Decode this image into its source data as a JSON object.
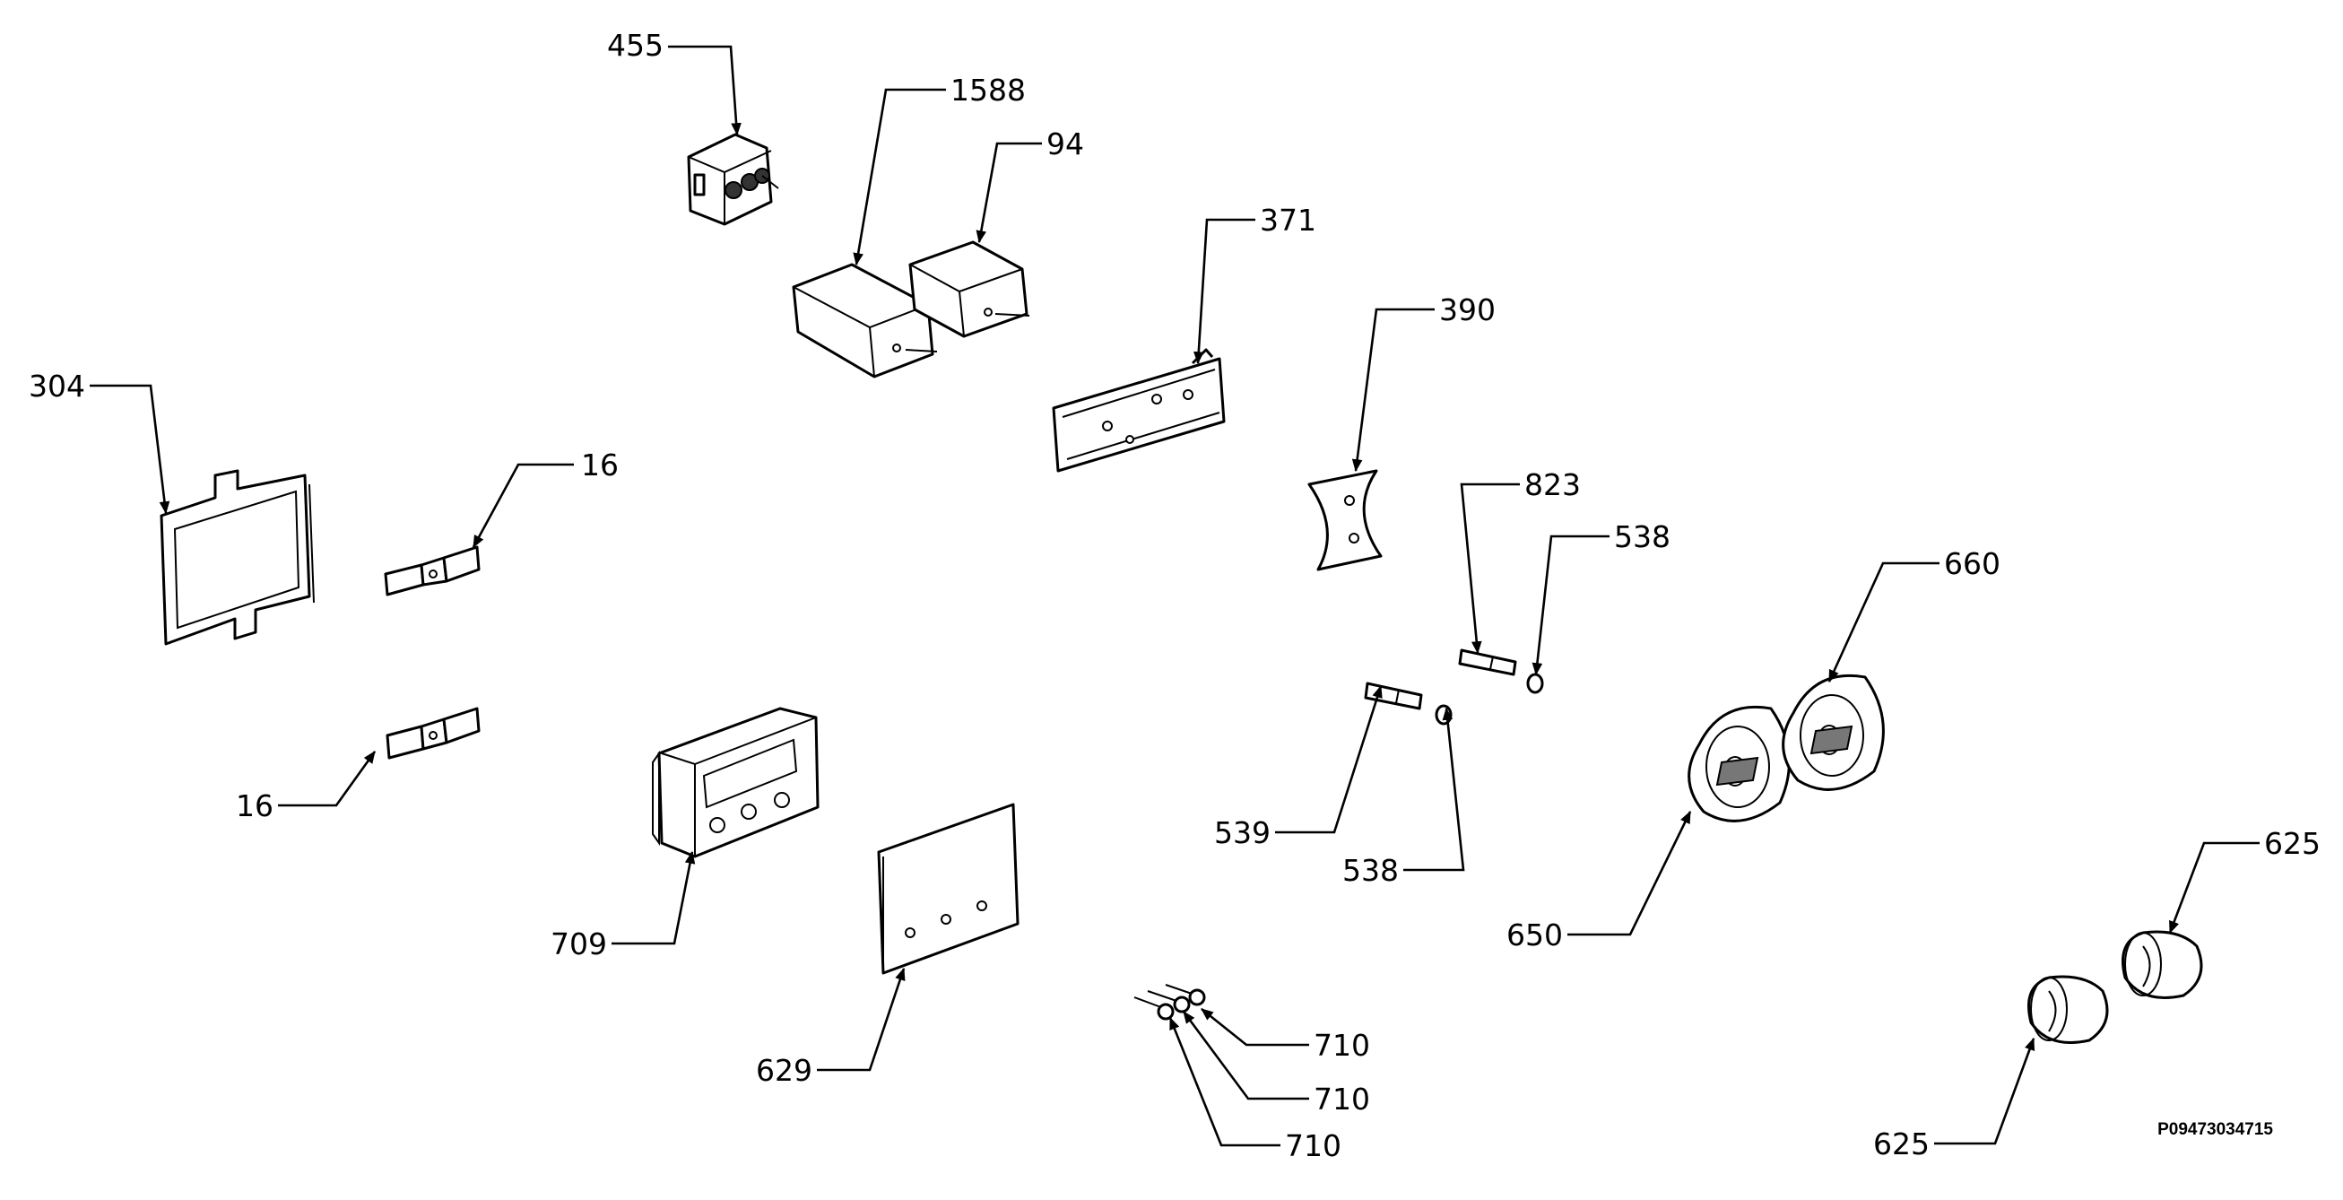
{
  "labels": {
    "p455": "455",
    "p1588": "1588",
    "p94": "94",
    "p371": "371",
    "p390": "390",
    "p304": "304",
    "p16a": "16",
    "p16b": "16",
    "p823": "823",
    "p538a": "538",
    "p660": "660",
    "p539": "539",
    "p538b": "538",
    "p709": "709",
    "p650": "650",
    "p625a": "625",
    "p625b": "625",
    "p629": "629",
    "p710a": "710",
    "p710b": "710",
    "p710c": "710"
  },
  "drawing_code": "P09473034715"
}
